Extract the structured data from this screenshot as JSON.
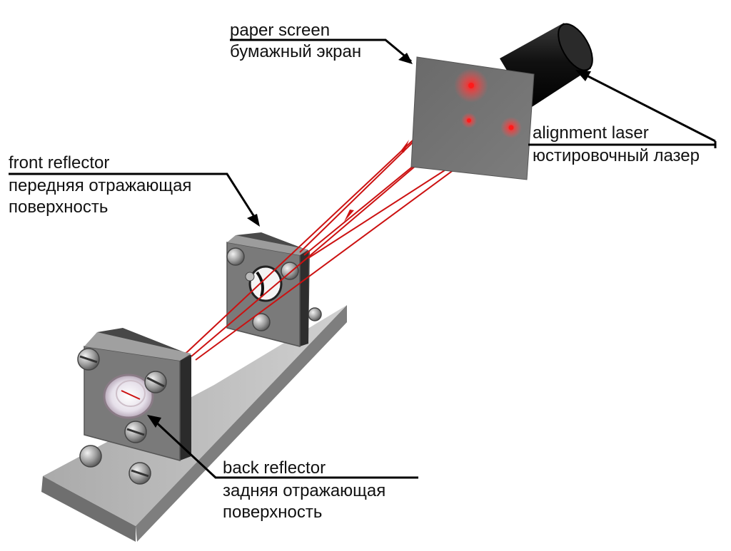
{
  "labels": {
    "paper_screen": {
      "en": "paper screen",
      "ru": "бумажный экран"
    },
    "alignment_laser": {
      "en": "alignment laser",
      "ru": "юстировочный лазер"
    },
    "front_reflector": {
      "en": "front reflector",
      "ru_line1": "передняя отражающая",
      "ru_line2": "поверхность"
    },
    "back_reflector": {
      "en": "back reflector",
      "ru_line1": "задняя отражающая",
      "ru_line2": "поверхность"
    }
  },
  "colors": {
    "beam": "#cc1111",
    "plate": "#6e6e6e",
    "base": "#b9b9b9",
    "laser_body": "#1a1a1a",
    "screen": "#727272"
  },
  "components": [
    "alignment-laser",
    "paper-screen",
    "front-reflector",
    "back-reflector",
    "base-rail"
  ]
}
